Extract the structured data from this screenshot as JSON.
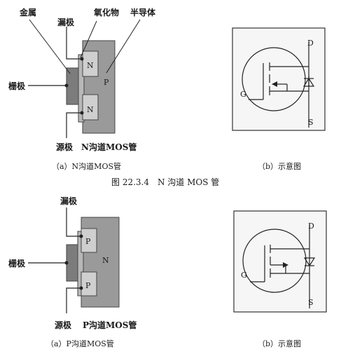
{
  "figure_caption": "图 22.3.4　N 沟道 MOS 管",
  "top": {
    "labels": {
      "metal": "金属",
      "drain": "漏极",
      "oxide": "氧化物",
      "semiconductor": "半导体",
      "gate": "栅极",
      "source": "源极",
      "device": "N沟道MOS管",
      "region_drain": "N",
      "region_source": "N",
      "region_substrate": "P"
    },
    "caption_a": "（a）N沟道MOS管",
    "caption_b": "（b）示意图",
    "symbol": {
      "d": "D",
      "g": "G",
      "s": "S"
    }
  },
  "bottom": {
    "labels": {
      "drain": "漏极",
      "gate": "栅极",
      "source": "源极",
      "device": "P沟道MOS管",
      "region_drain": "P",
      "region_source": "P",
      "region_substrate": "N"
    },
    "caption_a": "（a）P沟道MOS管",
    "caption_b": "（b）示意图",
    "symbol": {
      "d": "D",
      "g": "G",
      "s": "S"
    }
  },
  "colors": {
    "substrate": "#9a9a9a",
    "oxide": "#b8b8b8",
    "metal": "#7c7c7c",
    "region": "#cfcfcf",
    "frame": "#f6f6f6"
  }
}
